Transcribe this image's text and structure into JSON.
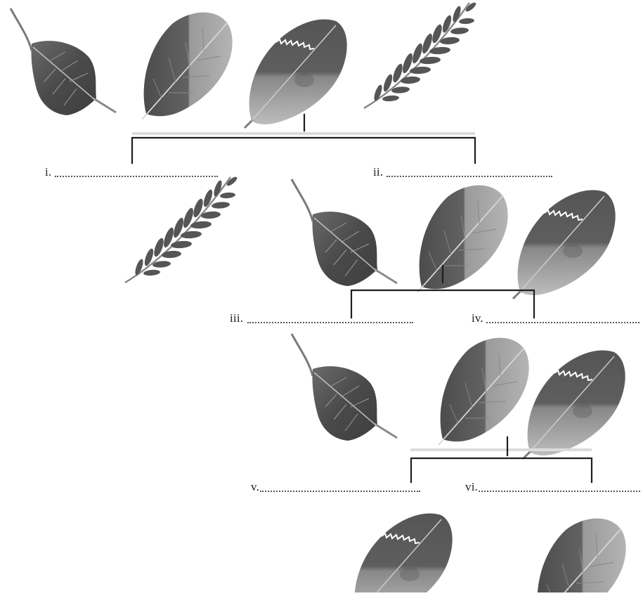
{
  "labels": {
    "i": "i.",
    "ii": "ii.",
    "iii": "iii.",
    "iv": "iv.",
    "v": "v.",
    "vi": "vi."
  },
  "leaf_types": [
    "heart-shaped-leaf",
    "oval-smooth-leaf",
    "serrated-leaf",
    "compound-leaf"
  ],
  "colors": {
    "leaf_dark": "#4a4a4a",
    "leaf_mid": "#6e6e6e",
    "leaf_light": "#a8a8a8",
    "vein": "#d8d8d8",
    "line": "#1e1e1e"
  }
}
